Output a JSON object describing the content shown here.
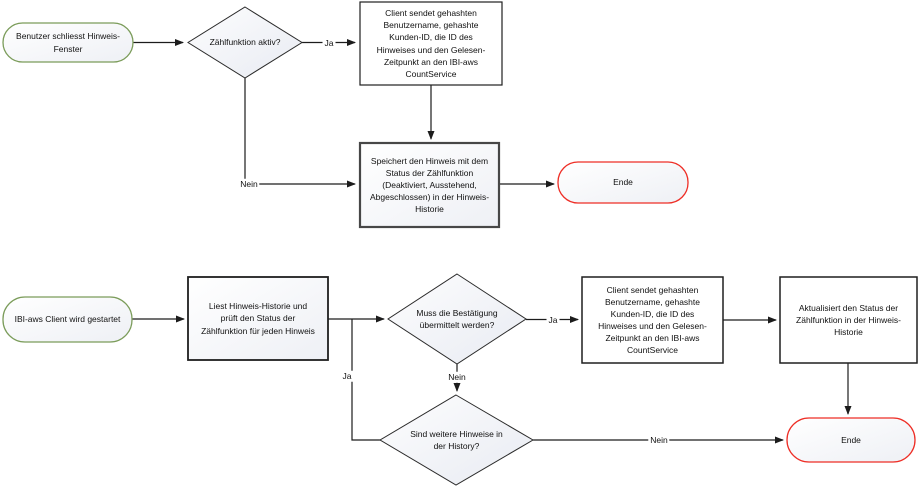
{
  "diagram": {
    "colors": {
      "start_border": "#7b9c5a",
      "end_border": "#ee2e26",
      "process_border": "#1f1f1f",
      "emphasis_border": "#474747",
      "connector": "#1c1c1c",
      "shape_fill_light": "#fcfdfe",
      "shape_fill_shade": "#e8ebf2"
    },
    "top": {
      "start": "Benutzer schliesst Hinweis-\nFenster",
      "decision_active": "Zählfunktion aktiv?",
      "process_send": "Client sendet gehashten\nBenutzername, gehashte\nKunden-ID, die ID des\nHinweises und den Gelesen-\nZeitpunkt an den IBI-aws\nCountService",
      "process_store": "Speichert den Hinweis mit dem\nStatus der Zählfunktion\n(Deaktiviert, Ausstehend,\nAbgeschlossen) in der Hinweis-\nHistorie",
      "end": "Ende",
      "label_yes": "Ja",
      "label_no": "Nein"
    },
    "bottom": {
      "start": "IBI-aws Client wird gestartet",
      "process_read": "Liest Hinweis-Historie und\nprüft den Status der\nZählfunktion für jeden Hinweis",
      "decision_confirm": "Muss die Bestätigung\nübermittelt werden?",
      "process_send": "Client sendet gehashten\nBenutzername, gehashte\nKunden-ID, die ID des\nHinweises und den Gelesen-\nZeitpunkt an den IBI-aws\nCountService",
      "process_update": "Aktualisiert den Status der\nZählfunktion in der Hinweis-\nHistorie",
      "decision_more": "Sind weitere Hinweise in\nder History?",
      "end": "Ende",
      "label_yes_confirm": "Ja",
      "label_no_confirm": "Nein",
      "label_yes_loop": "Ja",
      "label_no_more": "Nein"
    }
  }
}
